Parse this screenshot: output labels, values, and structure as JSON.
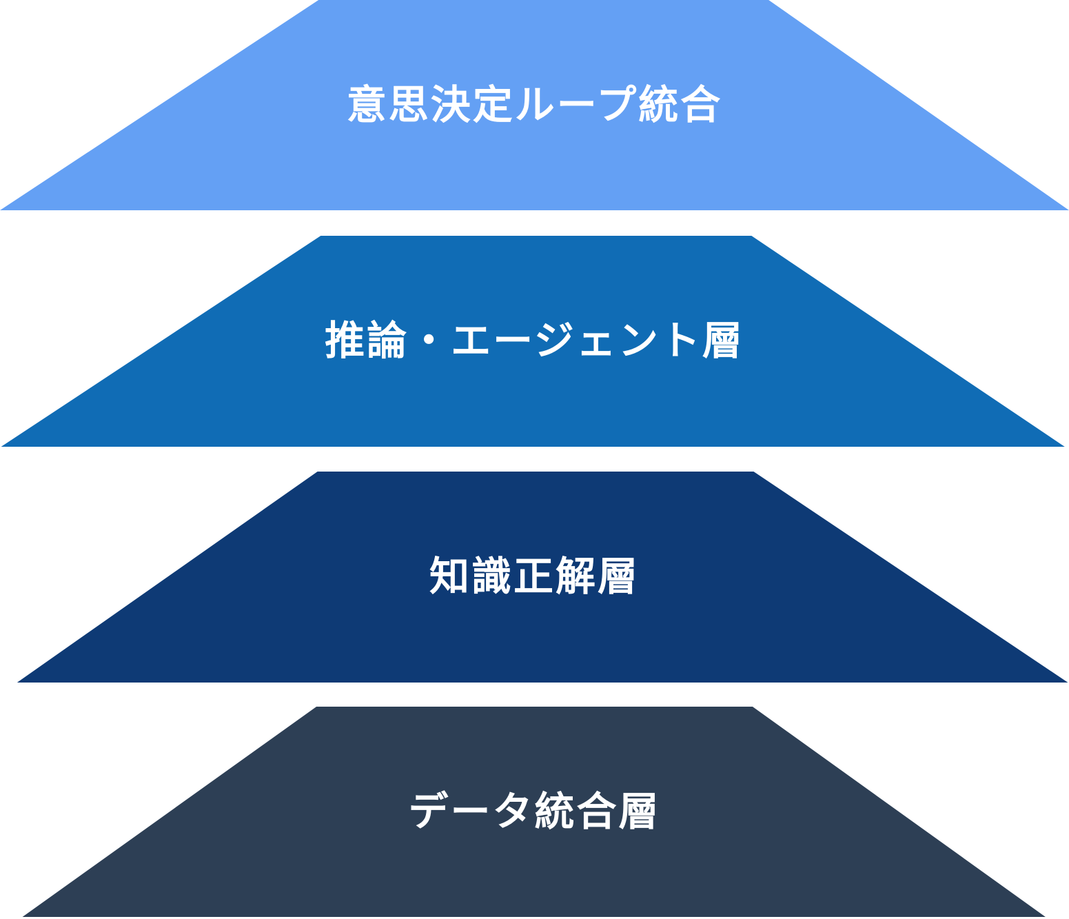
{
  "diagram": {
    "type": "layered-pyramid",
    "text_color": "#ffffff",
    "layers": [
      {
        "label": "意思決定ループ統合",
        "color": "#64A0F4"
      },
      {
        "label": "推論・エージェント層",
        "color": "#106CB5"
      },
      {
        "label": "知識正解層",
        "color": "#0E3A75"
      },
      {
        "label": "データ統合層",
        "color": "#2D3F55"
      }
    ]
  }
}
